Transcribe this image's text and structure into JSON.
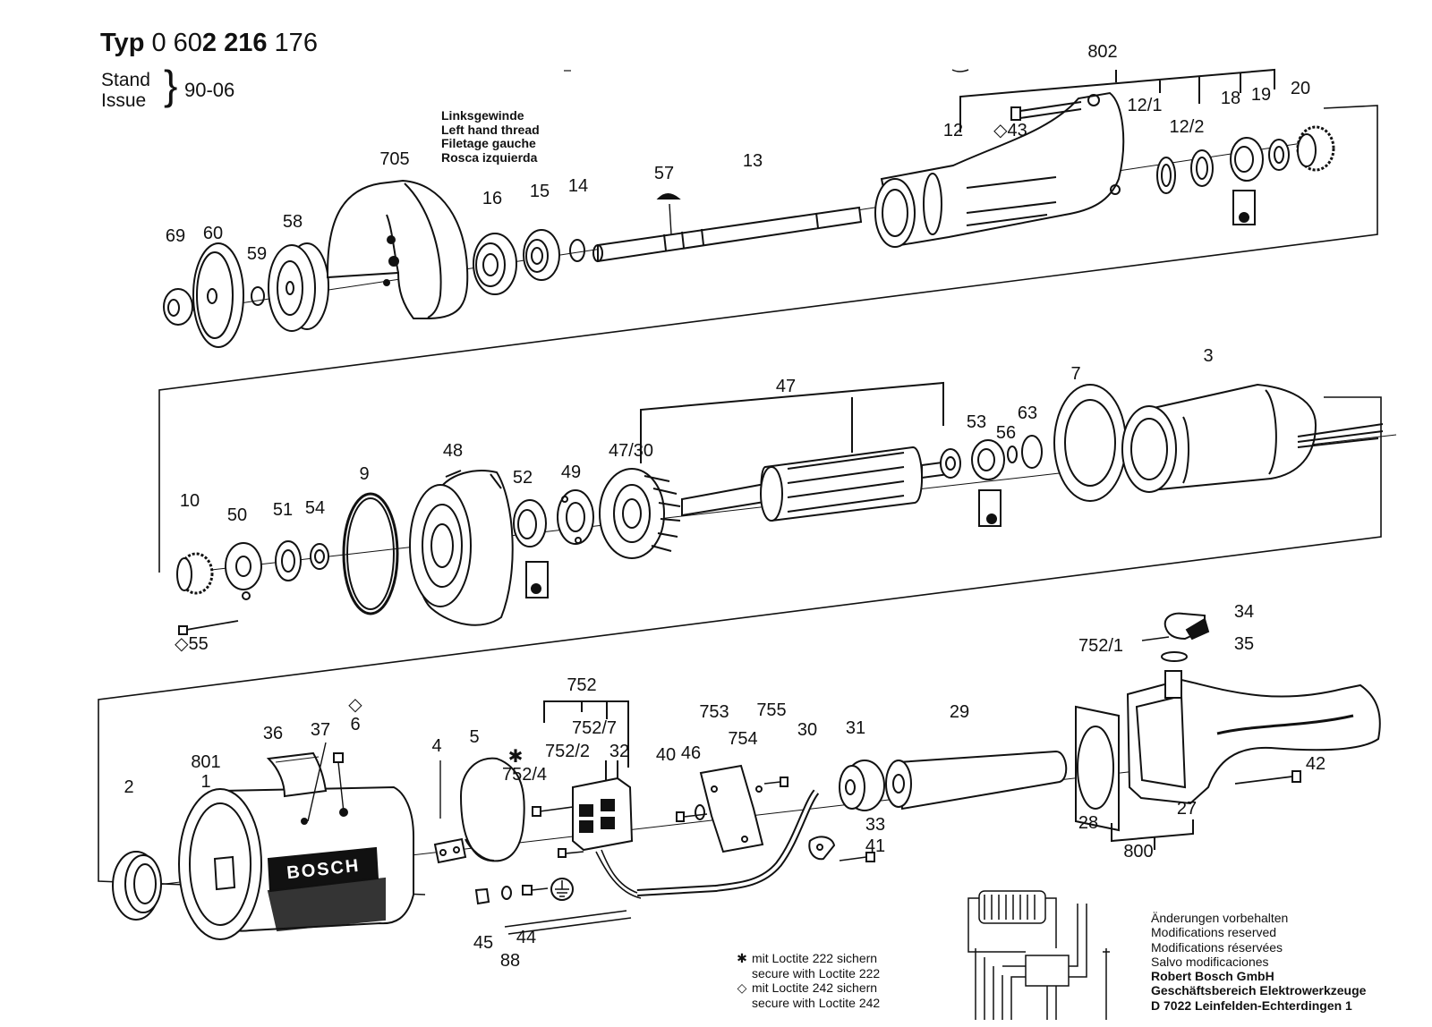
{
  "header": {
    "typ_label": "Typ",
    "typ_part1": "0 60",
    "typ_part2": "2 216",
    "typ_part3": " 176",
    "stand_label": "Stand",
    "issue_label": "Issue",
    "stand_value": "90-06"
  },
  "thread_note": [
    "Linksgewinde",
    "Left hand thread",
    "Filetage gauche",
    "Rosca izquierda"
  ],
  "legend": {
    "star_symbol": "✱",
    "diamond_symbol": "◇",
    "star_de": "mit Loctite 222 sichern",
    "star_en": "secure with Loctite 222",
    "diamond_de": "mit Loctite 242 sichern",
    "diamond_en": "secure with Loctite 242"
  },
  "modifications": [
    "Änderungen vorbehalten",
    "Modifications reserved",
    "Modifications réservées",
    "Salvo modificaciones"
  ],
  "company": [
    "Robert Bosch GmbH",
    "Geschäftsbereich Elektrowerkzeuge",
    "D 7022 Leinfelden-Echterdingen 1"
  ],
  "housing_brand": "BOSCH",
  "callouts_row1": {
    "r802": "802",
    "r12": "12",
    "r43": "◇43",
    "r12_1": "12/1",
    "r12_2": "12/2",
    "r18": "18",
    "r19": "19",
    "r20": "20",
    "r705": "705",
    "r16": "16",
    "r15": "15",
    "r14": "14",
    "r57": "57",
    "r13": "13",
    "r69": "69",
    "r60": "60",
    "r59": "59",
    "r58": "58"
  },
  "callouts_row2": {
    "r47": "47",
    "r47_30": "47/30",
    "r3": "3",
    "r7": "7",
    "r53": "53",
    "r56": "56",
    "r63": "63",
    "r48": "48",
    "r9": "9",
    "r52": "52",
    "r49": "49",
    "r10": "10",
    "r50": "50",
    "r51": "51",
    "r54": "54",
    "r55": "◇55"
  },
  "callouts_row3": {
    "r34": "34",
    "r752_1": "752/1",
    "r35": "35",
    "r29": "29",
    "r31": "31",
    "r30": "30",
    "r42": "42",
    "r27": "27",
    "r28": "28",
    "r800": "800",
    "r33": "33",
    "r41": "41",
    "r752": "752",
    "r752_7": "752/7",
    "r752_2": "752/2",
    "r32": "32",
    "r752_4": "752/4",
    "r star": "✱",
    "r753": "753",
    "r755": "755",
    "r754": "754",
    "r40": "40",
    "r46": "46",
    "r4": "4",
    "r5": "5",
    "r36": "36",
    "r37": "37",
    "r6": "6",
    "r6d": "◇",
    "r801": "801",
    "r1": "1",
    "r2": "2",
    "r45": "45",
    "r88": "88",
    "r44": "44"
  }
}
